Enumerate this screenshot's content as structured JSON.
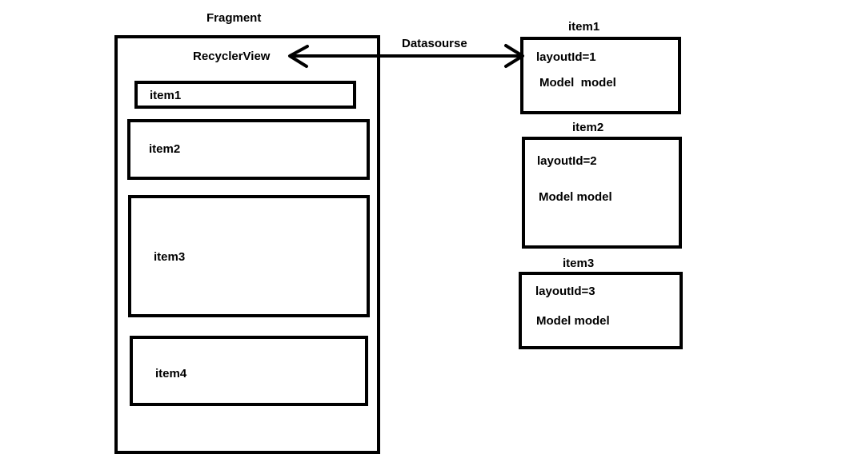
{
  "fragment": {
    "title": "Fragment",
    "recycler_label": "RecyclerView",
    "items": [
      {
        "label": "item1"
      },
      {
        "label": "item2"
      },
      {
        "label": "item3"
      },
      {
        "label": "item4"
      }
    ]
  },
  "connector": {
    "label": "Datasourse"
  },
  "data_items": [
    {
      "title": "item1",
      "layout": "layoutId=1",
      "model": "Model  model"
    },
    {
      "title": "item2",
      "layout": "layoutId=2",
      "model": "Model model"
    },
    {
      "title": "item3",
      "layout": "layoutId=3",
      "model": "Model model"
    }
  ],
  "colors": {
    "stroke": "#000000",
    "background": "#ffffff"
  }
}
